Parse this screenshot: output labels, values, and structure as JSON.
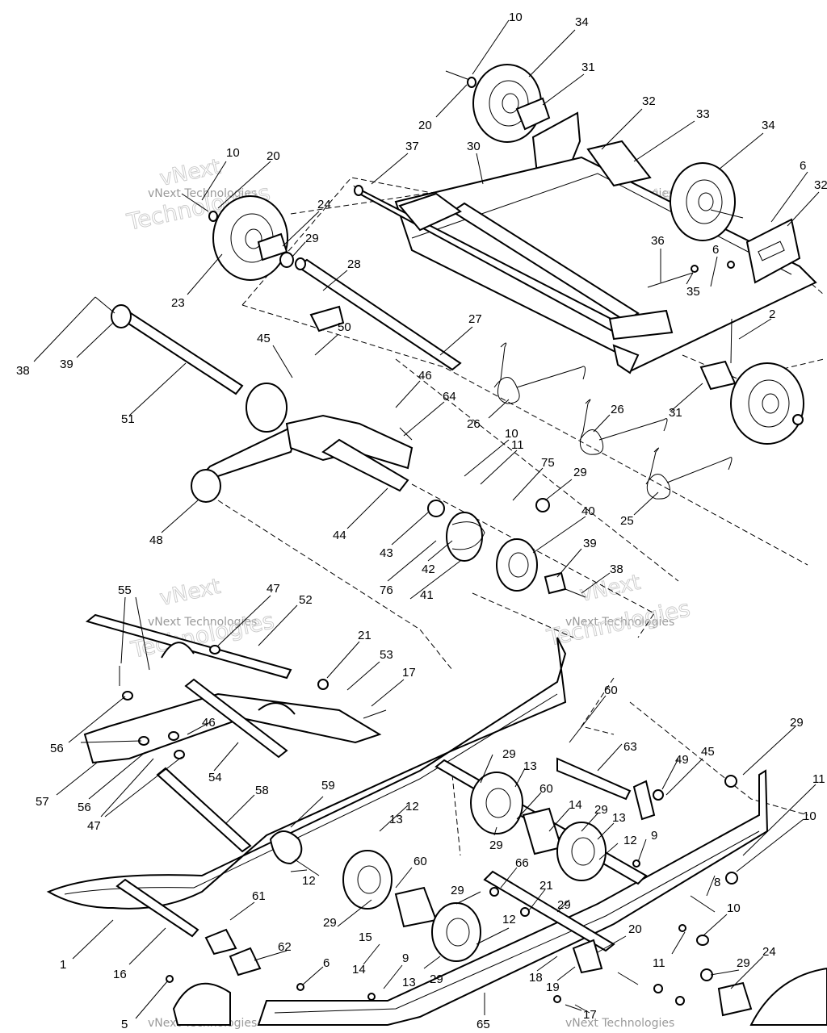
{
  "watermark": {
    "line1": "vNext",
    "line2": "vNext Technologies",
    "line3": "Technologies"
  },
  "callouts": [
    {
      "id": "c1",
      "text": "10"
    },
    {
      "id": "c2",
      "text": "34"
    },
    {
      "id": "c3",
      "text": "31"
    },
    {
      "id": "c4",
      "text": "20"
    },
    {
      "id": "c5",
      "text": "32"
    },
    {
      "id": "c6",
      "text": "33"
    },
    {
      "id": "c7",
      "text": "34"
    },
    {
      "id": "c8",
      "text": "37"
    },
    {
      "id": "c9",
      "text": "30"
    },
    {
      "id": "c10",
      "text": "10"
    },
    {
      "id": "c11",
      "text": "20"
    },
    {
      "id": "c12",
      "text": "24"
    },
    {
      "id": "c13",
      "text": "6"
    },
    {
      "id": "c14",
      "text": "32"
    },
    {
      "id": "c15",
      "text": "29"
    },
    {
      "id": "c16",
      "text": "36"
    },
    {
      "id": "c17",
      "text": "6"
    },
    {
      "id": "c18",
      "text": "35"
    },
    {
      "id": "c19",
      "text": "23"
    },
    {
      "id": "c20",
      "text": "28"
    },
    {
      "id": "c21",
      "text": "2"
    },
    {
      "id": "c22",
      "text": "38"
    },
    {
      "id": "c23",
      "text": "39"
    },
    {
      "id": "c24",
      "text": "45"
    },
    {
      "id": "c25",
      "text": "50"
    },
    {
      "id": "c26",
      "text": "27"
    },
    {
      "id": "c27",
      "text": "46"
    },
    {
      "id": "c28",
      "text": "64"
    },
    {
      "id": "c29",
      "text": "26"
    },
    {
      "id": "c30",
      "text": "26"
    },
    {
      "id": "c31",
      "text": "31"
    },
    {
      "id": "c32",
      "text": "51"
    },
    {
      "id": "c33",
      "text": "10"
    },
    {
      "id": "c34",
      "text": "11"
    },
    {
      "id": "c35",
      "text": "75"
    },
    {
      "id": "c36",
      "text": "29"
    },
    {
      "id": "c37",
      "text": "25"
    },
    {
      "id": "c38",
      "text": "40"
    },
    {
      "id": "c39",
      "text": "48"
    },
    {
      "id": "c40",
      "text": "44"
    },
    {
      "id": "c41",
      "text": "43"
    },
    {
      "id": "c42",
      "text": "39"
    },
    {
      "id": "c43",
      "text": "42"
    },
    {
      "id": "c44",
      "text": "38"
    },
    {
      "id": "c45",
      "text": "76"
    },
    {
      "id": "c46",
      "text": "41"
    },
    {
      "id": "c47",
      "text": "55"
    },
    {
      "id": "c48",
      "text": "47"
    },
    {
      "id": "c49",
      "text": "52"
    },
    {
      "id": "c50",
      "text": "21"
    },
    {
      "id": "c51",
      "text": "53"
    },
    {
      "id": "c52",
      "text": "17"
    },
    {
      "id": "c53",
      "text": "60"
    },
    {
      "id": "c54",
      "text": "56"
    },
    {
      "id": "c55",
      "text": "46"
    },
    {
      "id": "c56",
      "text": "63"
    },
    {
      "id": "c57",
      "text": "29"
    },
    {
      "id": "c58",
      "text": "57"
    },
    {
      "id": "c59",
      "text": "54"
    },
    {
      "id": "c60",
      "text": "29"
    },
    {
      "id": "c61",
      "text": "13"
    },
    {
      "id": "c62",
      "text": "49"
    },
    {
      "id": "c63",
      "text": "45"
    },
    {
      "id": "c64",
      "text": "56"
    },
    {
      "id": "c65",
      "text": "47"
    },
    {
      "id": "c66",
      "text": "58"
    },
    {
      "id": "c67",
      "text": "59"
    },
    {
      "id": "c68",
      "text": "12"
    },
    {
      "id": "c69",
      "text": "60"
    },
    {
      "id": "c70",
      "text": "14"
    },
    {
      "id": "c71",
      "text": "11"
    },
    {
      "id": "c72",
      "text": "10"
    },
    {
      "id": "c73",
      "text": "29"
    },
    {
      "id": "c74",
      "text": "13"
    },
    {
      "id": "c75",
      "text": "13"
    },
    {
      "id": "c76",
      "text": "29"
    },
    {
      "id": "c77",
      "text": "12"
    },
    {
      "id": "c78",
      "text": "9"
    },
    {
      "id": "c79",
      "text": "8"
    },
    {
      "id": "c80",
      "text": "60"
    },
    {
      "id": "c81",
      "text": "66"
    },
    {
      "id": "c82",
      "text": "12"
    },
    {
      "id": "c83",
      "text": "29"
    },
    {
      "id": "c84",
      "text": "29"
    },
    {
      "id": "c85",
      "text": "21"
    },
    {
      "id": "c86",
      "text": "10"
    },
    {
      "id": "c87",
      "text": "61"
    },
    {
      "id": "c88",
      "text": "62"
    },
    {
      "id": "c89",
      "text": "29"
    },
    {
      "id": "c90",
      "text": "15"
    },
    {
      "id": "c91",
      "text": "12"
    },
    {
      "id": "c92",
      "text": "20"
    },
    {
      "id": "c93",
      "text": "11"
    },
    {
      "id": "c94",
      "text": "29"
    },
    {
      "id": "c95",
      "text": "1"
    },
    {
      "id": "c96",
      "text": "16"
    },
    {
      "id": "c97",
      "text": "14"
    },
    {
      "id": "c98",
      "text": "9"
    },
    {
      "id": "c99",
      "text": "13"
    },
    {
      "id": "c100",
      "text": "29"
    },
    {
      "id": "c101",
      "text": "18"
    },
    {
      "id": "c102",
      "text": "19"
    },
    {
      "id": "c103",
      "text": "24"
    },
    {
      "id": "c104",
      "text": "6"
    },
    {
      "id": "c105",
      "text": "5"
    },
    {
      "id": "c106",
      "text": "65"
    },
    {
      "id": "c107",
      "text": "17"
    }
  ]
}
